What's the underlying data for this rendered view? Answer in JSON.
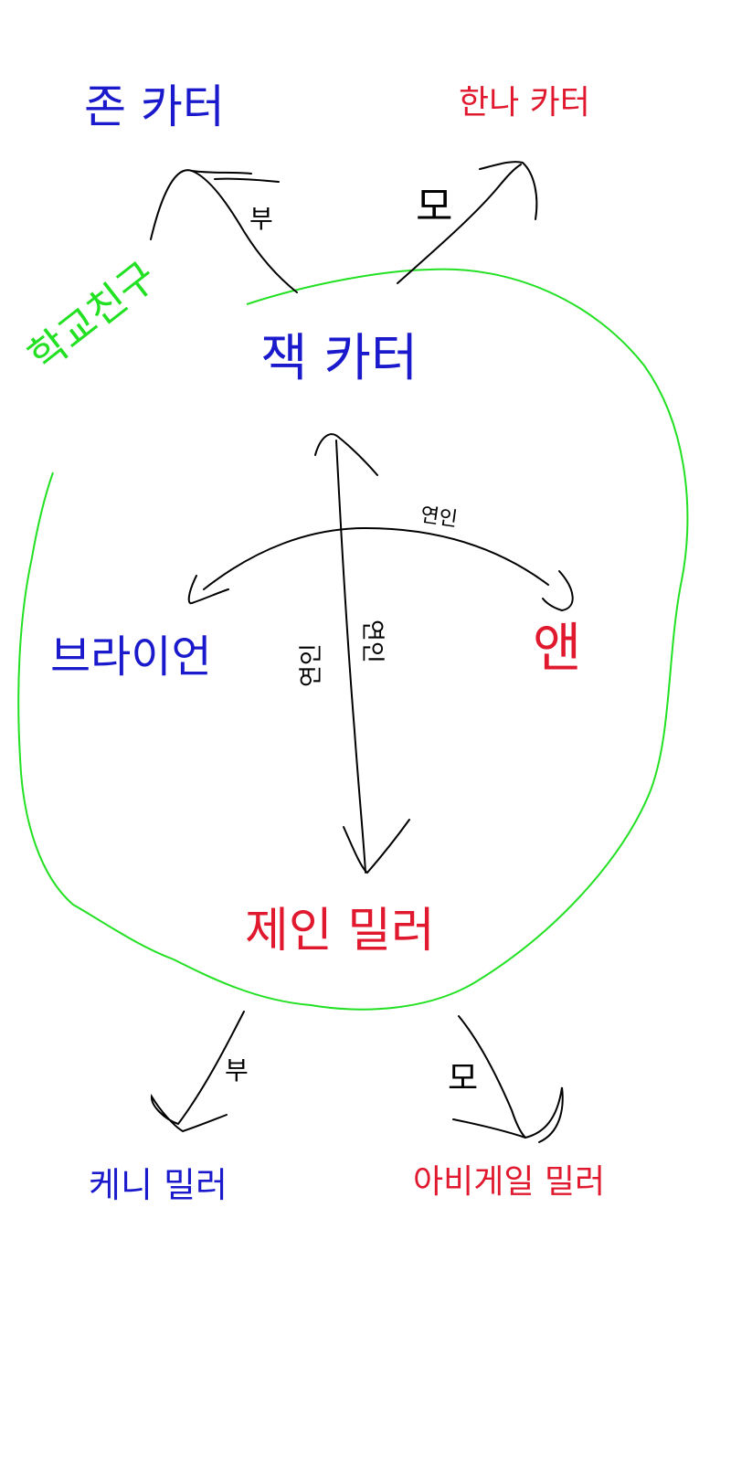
{
  "colors": {
    "male": "#1a1acc",
    "female": "#e0192e",
    "group": "#22e022",
    "ink": "#000000"
  },
  "group": {
    "label": "학교친구"
  },
  "people": {
    "john": "존 카터",
    "hannah": "한나 카터",
    "jack": "잭 카터",
    "brian": "브라이언",
    "ann": "앤",
    "jane": "제인 밀러",
    "kenny": "케니 밀러",
    "abigail": "아비게일 밀러"
  },
  "relations": {
    "father_top": "부",
    "mother_top": "모",
    "lovers_arc": "연인",
    "lovers_left": "연인",
    "lovers_right": "연인",
    "father_bottom": "부",
    "mother_bottom": "모"
  }
}
